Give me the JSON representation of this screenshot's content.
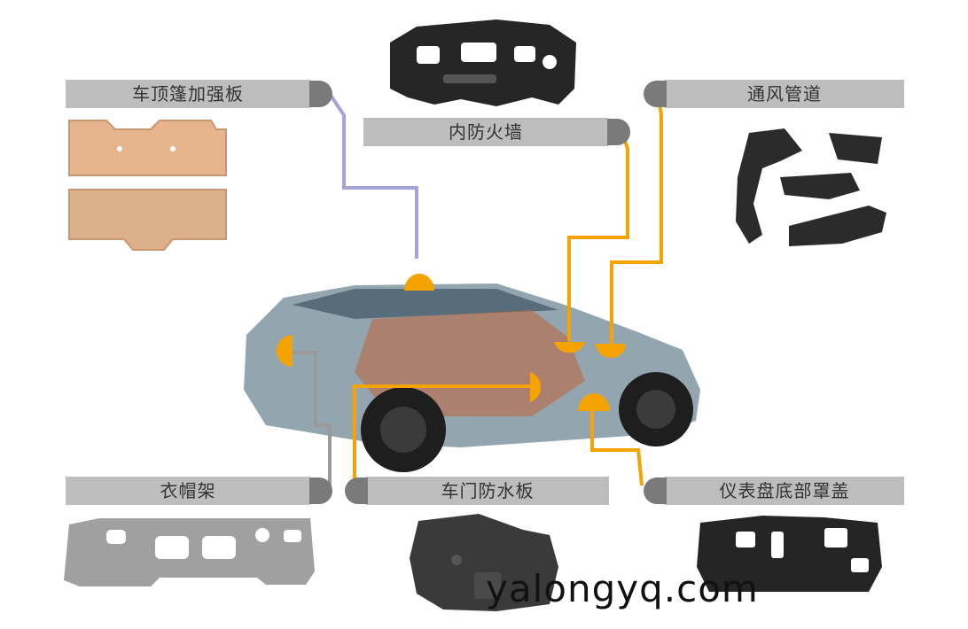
{
  "labels": {
    "roof": "车顶篷加强板",
    "firewall": "内防火墙",
    "duct": "通风管道",
    "parcel_shelf": "衣帽架",
    "door": "车门防水板",
    "dash_cover": "仪表盘底部罩盖"
  },
  "watermark": "yalongyq.com",
  "colors": {
    "accent": "#f5a300",
    "label_bg": "#bdbdbd",
    "tab": "#7a7a7a",
    "line_purple": "#a5a3d8",
    "line_gray": "#9a9a9a",
    "felt": "#e3b48c",
    "dark_part": "#2a2a2a",
    "light_part": "#9e9e9e"
  }
}
